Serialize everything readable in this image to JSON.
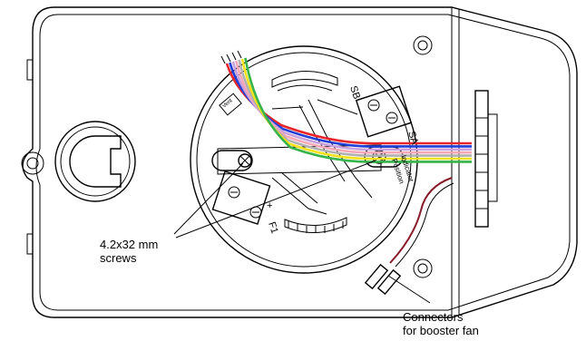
{
  "labels": {
    "screws_line1": "4.2x32 mm",
    "screws_line2": "screws",
    "connectors_line1": "Connectors",
    "connectors_line2": "for booster fan"
  },
  "terminals": {
    "sb": "SB",
    "sa": "SA",
    "f1": "F1",
    "indicator": "Indicator",
    "position": "Position",
    "vent": "Vent",
    "plus": "+"
  },
  "wire_colors": [
    "#e8252a",
    "#1f3fd6",
    "#c9a0dc",
    "#f4a8b8",
    "#b0b0b0",
    "#f2e21c",
    "#36b34a"
  ],
  "booster_wire_color": "#8a1b2b"
}
